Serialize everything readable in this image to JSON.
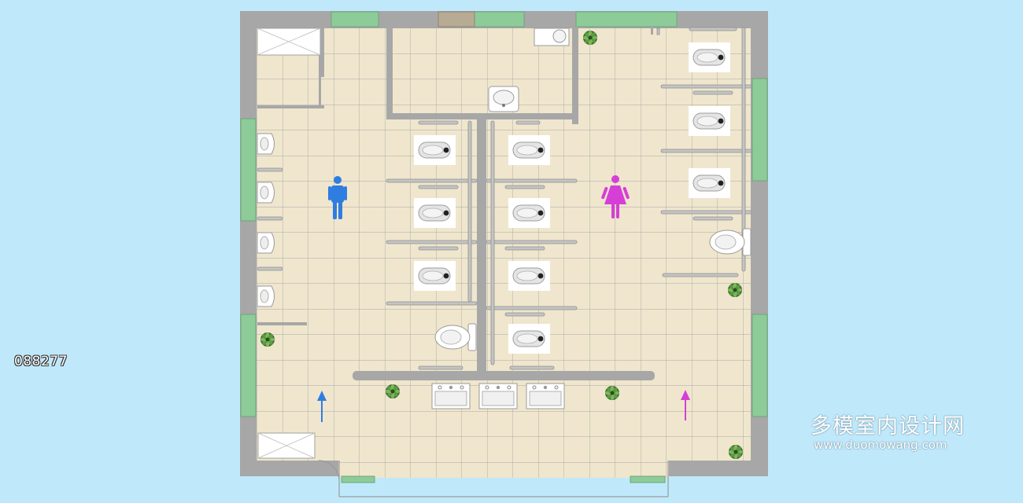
{
  "image_code": "088277",
  "watermark": {
    "brand_cn": "多模室内设计网",
    "url": "www.duomowang.com"
  },
  "colors": {
    "background": "#bfe9fb",
    "floor": "#efe6cd",
    "grid_line": "#a8a8a8",
    "wall": "#a7a7a7",
    "window": "#8dcc98",
    "male_sign": "#2f7de0",
    "female_sign": "#d63fd6",
    "fixture": "#ffffff",
    "plant": "#3c6a2e"
  },
  "icons": {
    "male_sign": "man-icon",
    "female_sign": "woman-icon",
    "entry_arrow": "arrow-up-icon",
    "plant": "potted-plant-icon",
    "squat_toilet": "squat-toilet-icon",
    "western_toilet": "western-toilet-icon",
    "urinal": "urinal-icon",
    "washbasin": "washbasin-icon",
    "mop_sink": "mop-sink-icon"
  }
}
